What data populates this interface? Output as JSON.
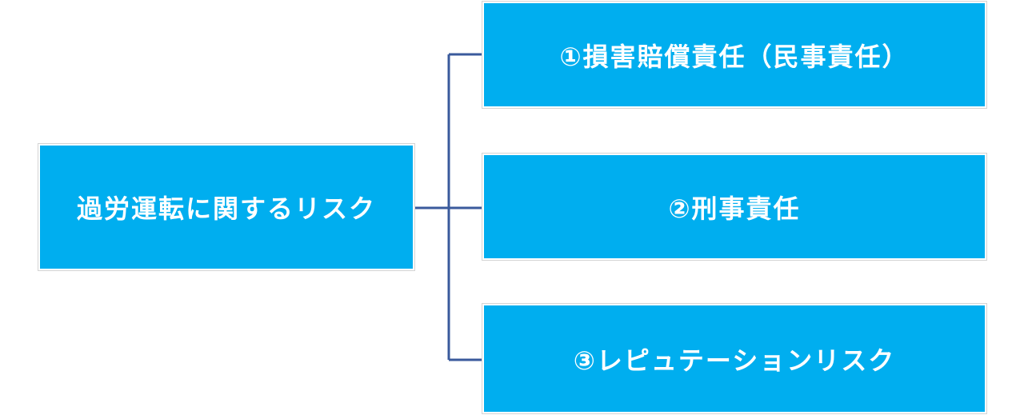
{
  "diagram": {
    "root": {
      "label": "過労運転に関するリスク"
    },
    "branches": [
      {
        "label": "①損害賠償責任（民事責任）"
      },
      {
        "label": "②刑事責任"
      },
      {
        "label": "③レピュテーションリスク"
      }
    ],
    "colors": {
      "box_fill": "#00AEEF",
      "box_text": "#ffffff",
      "connector": "#3A5A9C"
    }
  }
}
